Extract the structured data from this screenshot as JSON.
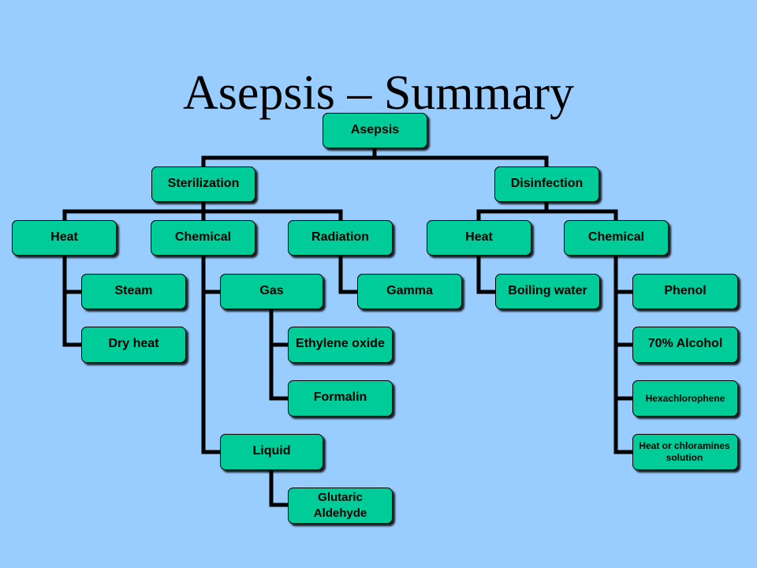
{
  "title": "Asepsis – Summary",
  "nodes": {
    "root": "Asepsis",
    "sterilization": "Sterilization",
    "disinfection": "Disinfection",
    "s_heat": "Heat",
    "s_chemical": "Chemical",
    "s_radiation": "Radiation",
    "steam": "Steam",
    "dry_heat": "Dry heat",
    "gas": "Gas",
    "ethylene_oxide": "Ethylene oxide",
    "formalin": "Formalin",
    "liquid": "Liquid",
    "glutaric_aldehyde": "Glutaric Aldehyde",
    "gamma": "Gamma",
    "d_heat": "Heat",
    "d_chemical": "Chemical",
    "boiling_water": "Boiling water",
    "phenol": "Phenol",
    "alcohol": "70% Alcohol",
    "hexachlorophene": "Hexachlorophene",
    "heat_chloramines": "Heat or chloramines solution"
  },
  "colors": {
    "background": "#99ccff",
    "node_fill": "#00cc99",
    "connector": "#000000"
  }
}
